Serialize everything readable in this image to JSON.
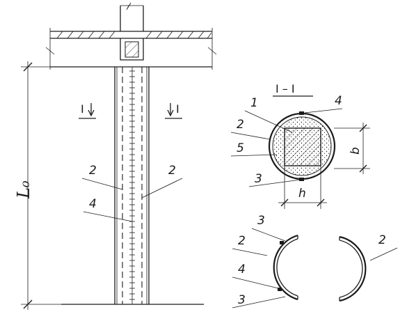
{
  "section": {
    "title": "I – I",
    "marker_left": "I",
    "marker_right": "I"
  },
  "labels": {
    "col_left_2": "2",
    "col_right_2": "2",
    "col_4": "4",
    "length": "L₀",
    "sec_1": "1",
    "sec_4": "4",
    "sec_2": "2",
    "sec_5": "5",
    "sec_3": "3",
    "dim_b": "b",
    "dim_h": "h",
    "shell_3_top": "3",
    "shell_2_left": "2",
    "shell_4": "4",
    "shell_3_bottom": "3",
    "shell_2_right": "2"
  }
}
